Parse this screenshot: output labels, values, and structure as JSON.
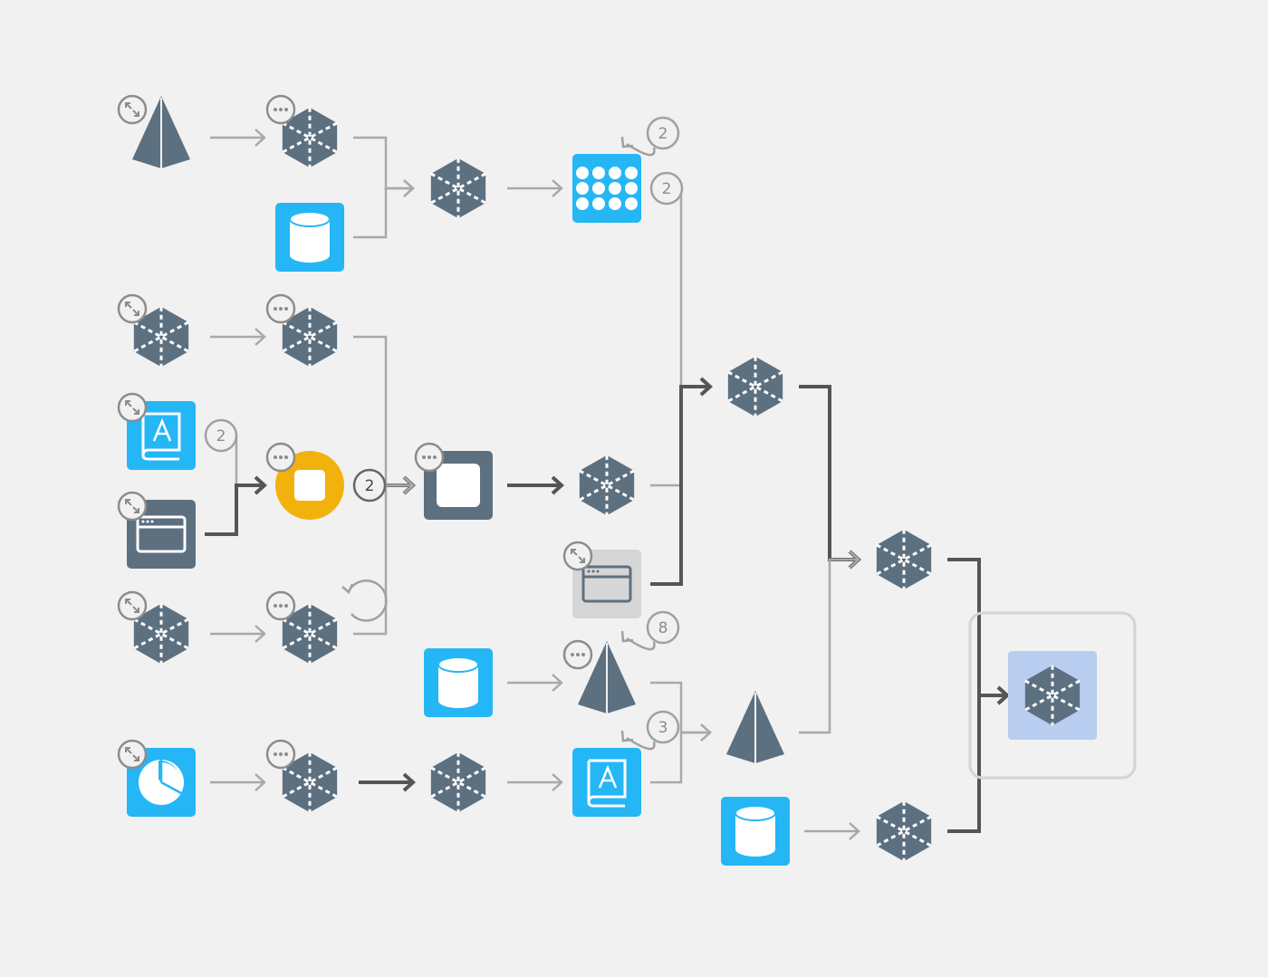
{
  "diagram": {
    "colors": {
      "background": "#f1f1f1",
      "node_slate": "#5d7080",
      "node_blue": "#25b6f5",
      "node_orange": "#f2b20d",
      "node_gray": "#d6d6d6",
      "selected_fill": "#b9cdf0",
      "selected_frame": "#d4d4d4",
      "edge_light": "#a9a9a9",
      "edge_dark": "#555555",
      "badge_ring": "#a0a0a0"
    },
    "nodes": [
      {
        "id": "n1",
        "kind": "pyramid",
        "icon": "pyramid-icon",
        "indicator": "expand"
      },
      {
        "id": "n2",
        "kind": "cube",
        "icon": "cube-icon",
        "indicator": "more"
      },
      {
        "id": "n3",
        "kind": "database",
        "icon": "database-icon"
      },
      {
        "id": "n4",
        "kind": "cube",
        "icon": "cube-icon"
      },
      {
        "id": "n5",
        "kind": "grid",
        "icon": "grid-dots-icon",
        "loop": "2",
        "count": "2"
      },
      {
        "id": "n6",
        "kind": "cube",
        "icon": "cube-icon",
        "indicator": "expand"
      },
      {
        "id": "n7",
        "kind": "cube",
        "icon": "cube-icon",
        "indicator": "more"
      },
      {
        "id": "n8",
        "kind": "book",
        "icon": "book-icon",
        "indicator": "expand",
        "count": "2"
      },
      {
        "id": "n9",
        "kind": "window",
        "icon": "window-icon",
        "indicator": "expand"
      },
      {
        "id": "n10",
        "kind": "stop",
        "icon": "stop-icon",
        "indicator": "more",
        "count": "2"
      },
      {
        "id": "n11",
        "kind": "square",
        "icon": "square-icon",
        "indicator": "more"
      },
      {
        "id": "n12",
        "kind": "cube",
        "icon": "cube-icon",
        "indicator": "expand"
      },
      {
        "id": "n13",
        "kind": "cube",
        "icon": "cube-icon",
        "indicator": "more",
        "loop": ""
      },
      {
        "id": "n14",
        "kind": "pie",
        "icon": "pie-chart-icon",
        "indicator": "expand"
      },
      {
        "id": "n15",
        "kind": "cube",
        "icon": "cube-icon",
        "indicator": "more"
      },
      {
        "id": "n16",
        "kind": "cube",
        "icon": "cube-icon"
      },
      {
        "id": "n17",
        "kind": "cube",
        "icon": "cube-icon"
      },
      {
        "id": "n18",
        "kind": "window-gray",
        "icon": "window-icon",
        "indicator": "expand"
      },
      {
        "id": "n19",
        "kind": "database",
        "icon": "database-icon"
      },
      {
        "id": "n20",
        "kind": "pyramid",
        "icon": "pyramid-icon",
        "indicator": "more",
        "loop": "8"
      },
      {
        "id": "n21",
        "kind": "book",
        "icon": "book-icon",
        "loop": "3"
      },
      {
        "id": "n22",
        "kind": "cube",
        "icon": "cube-icon"
      },
      {
        "id": "n23",
        "kind": "pyramid",
        "icon": "pyramid-icon"
      },
      {
        "id": "n24",
        "kind": "cube",
        "icon": "cube-icon"
      },
      {
        "id": "n25",
        "kind": "database",
        "icon": "database-icon"
      },
      {
        "id": "n26",
        "kind": "cube",
        "icon": "cube-icon"
      },
      {
        "id": "n27",
        "kind": "cube-selected",
        "icon": "cube-icon",
        "selected": true
      }
    ],
    "edges": [
      {
        "from": "n1",
        "to": "n2",
        "style": "light"
      },
      {
        "from": "n2",
        "to": "n4",
        "style": "light"
      },
      {
        "from": "n3",
        "to": "n4",
        "style": "light"
      },
      {
        "from": "n4",
        "to": "n5",
        "style": "light"
      },
      {
        "from": "n6",
        "to": "n7",
        "style": "light"
      },
      {
        "from": "n12",
        "to": "n13",
        "style": "light"
      },
      {
        "from": "n8",
        "to": "n10",
        "style": "light"
      },
      {
        "from": "n9",
        "to": "n10",
        "style": "dark"
      },
      {
        "from": "n10",
        "to": "n11",
        "style": "dark"
      },
      {
        "from": "n7",
        "to": "n11",
        "style": "light"
      },
      {
        "from": "n13",
        "to": "n11",
        "style": "light"
      },
      {
        "from": "n11",
        "to": "n17",
        "style": "dark"
      },
      {
        "from": "n5",
        "to": "n22",
        "style": "light"
      },
      {
        "from": "n17",
        "to": "n22",
        "style": "light"
      },
      {
        "from": "n18",
        "to": "n22",
        "style": "dark"
      },
      {
        "from": "n14",
        "to": "n15",
        "style": "light"
      },
      {
        "from": "n15",
        "to": "n16",
        "style": "dark"
      },
      {
        "from": "n16",
        "to": "n21",
        "style": "light"
      },
      {
        "from": "n19",
        "to": "n20",
        "style": "light"
      },
      {
        "from": "n20",
        "to": "n23",
        "style": "light"
      },
      {
        "from": "n21",
        "to": "n23",
        "style": "light"
      },
      {
        "from": "n22",
        "to": "n24",
        "style": "dark"
      },
      {
        "from": "n23",
        "to": "n24",
        "style": "light"
      },
      {
        "from": "n25",
        "to": "n26",
        "style": "light"
      },
      {
        "from": "n24",
        "to": "n27",
        "style": "dark"
      },
      {
        "from": "n26",
        "to": "n27",
        "style": "dark"
      }
    ]
  }
}
